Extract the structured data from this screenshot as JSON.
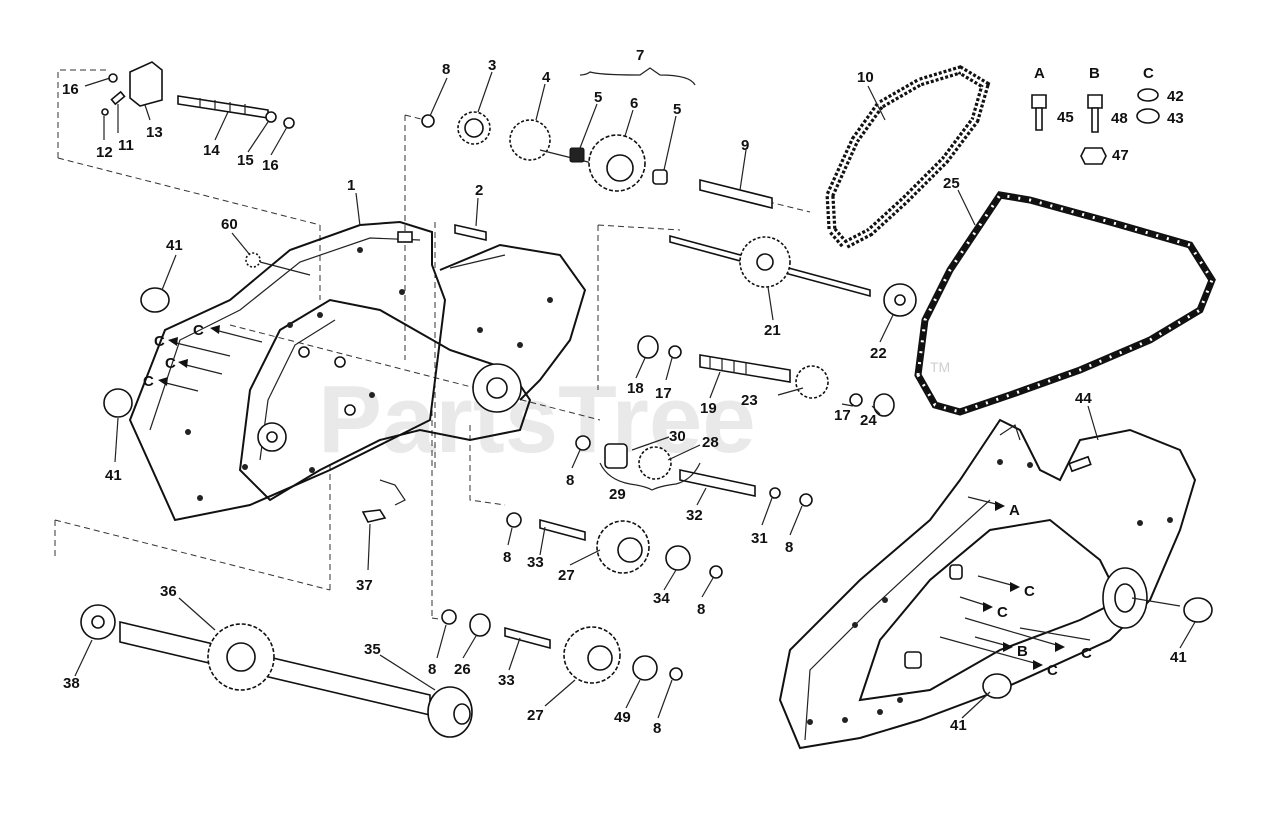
{
  "watermark": {
    "text": "PartsTree",
    "trademark": "TM"
  },
  "part_numbers": [
    "1",
    "2",
    "3",
    "4",
    "5",
    "5",
    "6",
    "7",
    "8",
    "8",
    "8",
    "8",
    "8",
    "8",
    "8",
    "9",
    "10",
    "11",
    "12",
    "13",
    "14",
    "15",
    "16",
    "16",
    "17",
    "17",
    "18",
    "19",
    "21",
    "22",
    "23",
    "24",
    "25",
    "26",
    "27",
    "27",
    "28",
    "29",
    "30",
    "31",
    "32",
    "33",
    "33",
    "34",
    "35",
    "36",
    "37",
    "38",
    "41",
    "41",
    "41",
    "41",
    "42",
    "43",
    "44",
    "45",
    "47",
    "48",
    "49",
    "60"
  ],
  "fastener_legend": {
    "A": {
      "letter": "A",
      "items": [
        "45"
      ]
    },
    "B": {
      "letter": "B",
      "items": [
        "48",
        "47"
      ]
    },
    "C": {
      "letter": "C",
      "items": [
        "42",
        "43"
      ]
    }
  },
  "reference_letters": [
    "C",
    "C",
    "C",
    "C",
    "A",
    "C",
    "C",
    "B",
    "C",
    "C"
  ]
}
